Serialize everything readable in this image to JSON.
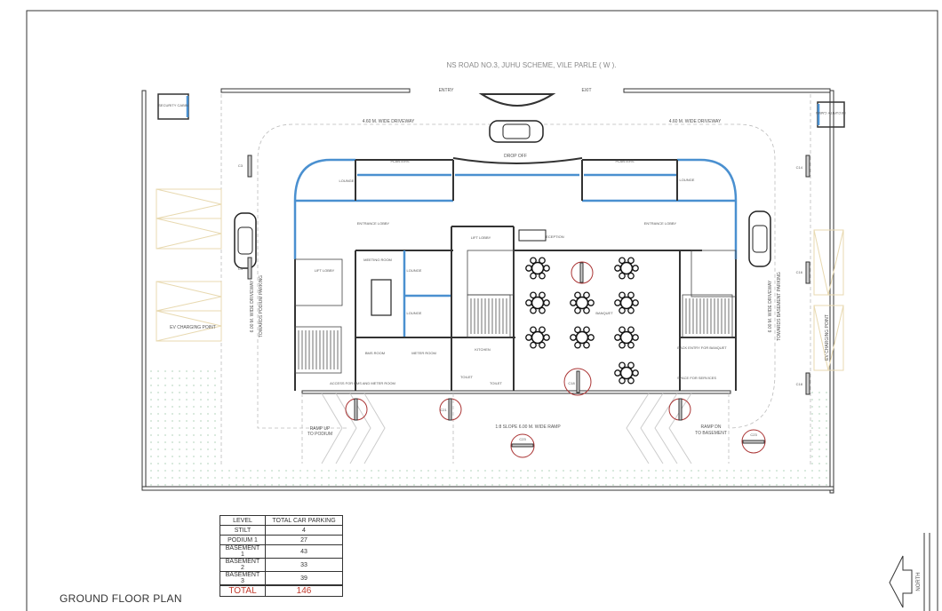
{
  "drawing": {
    "title": "GROUND FLOOR PLAN",
    "road": "NS ROAD NO.3, JUHU SCHEME, VILE PARLE ( W ).",
    "entry": "ENTRY",
    "exit": "EXIT",
    "driveway_top": "4.60 M. WIDE DRIVEWAY",
    "drop_off": "DROP OFF",
    "driveway_left_1": "6.00 M. WIDE DRIVEWAY",
    "driveway_left_2": "TOWARDS PODIUM PARKING",
    "driveway_right_1": "6.00 M. WIDE DRIVEWAY",
    "driveway_right_2": "TOWARDS BASEMENT PARKING",
    "ev_charging": "EV CHARGING POINT",
    "security_cabin": "SECURITY CABIN",
    "ramp_up": [
      "RAMP UP",
      "TO PODIUM"
    ],
    "ramp_dn": [
      "RAMP DN",
      "TO BASEMENT"
    ],
    "ramp_slope": "1:8 SLOPE 6.00 M. WIDE RAMP",
    "north": "NORTH",
    "rooms": {
      "planters": "PLANTERS",
      "lounge": "LOUNGE",
      "entrance_lobby": "ENTRANCE LOBBY",
      "lift_lobby": "LIFT LOBBY",
      "reception": "RECEPTION",
      "meeting_room": "MEETING ROOM",
      "banquet": "BANQUET",
      "kitchen": "KITCHEN",
      "toilet": "TOILET",
      "bms_room": "BMS ROOM",
      "meter_room": "METER ROOM",
      "access_bms": "ACCESS FOR BMS AND METER ROOM",
      "back_entry": "BACK ENTRY FOR BANQUET",
      "space_services": "SPACE FOR SERVICES"
    },
    "columns": [
      "C3",
      "C4",
      "C14",
      "C16",
      "C18",
      "C21",
      "C23"
    ]
  },
  "parking_table": {
    "headers": [
      "LEVEL",
      "TOTAL CAR PARKING"
    ],
    "rows": [
      {
        "level": "STILT",
        "count": "4"
      },
      {
        "level": "PODIUM 1",
        "count": "27"
      },
      {
        "level": "BASEMENT 1",
        "count": "43"
      },
      {
        "level": "BASEMENT 2",
        "count": "33"
      },
      {
        "level": "BASEMENT 3",
        "count": "39"
      }
    ],
    "total_label": "TOTAL",
    "total": "146"
  }
}
